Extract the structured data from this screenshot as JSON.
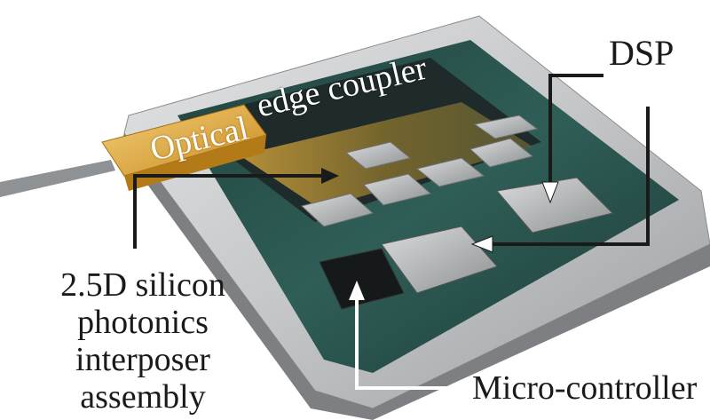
{
  "labels": {
    "dsp": "DSP",
    "interposer_lines": [
      "2.5D silicon",
      "photonics",
      "interposer",
      "assembly"
    ],
    "microcontroller": "Micro-controller",
    "optical": "Optical",
    "edge_coupler": "edge coupler"
  },
  "colors": {
    "frame_silver": "#c8c9cb",
    "board_green": "#2f5e57",
    "chip_silver": "#b9bcbd",
    "coupler_amber": "#e6b24a",
    "fiber_gray": "#8f9294",
    "arrow_white": "#ffffff",
    "line_dark": "#1a1a1a"
  }
}
